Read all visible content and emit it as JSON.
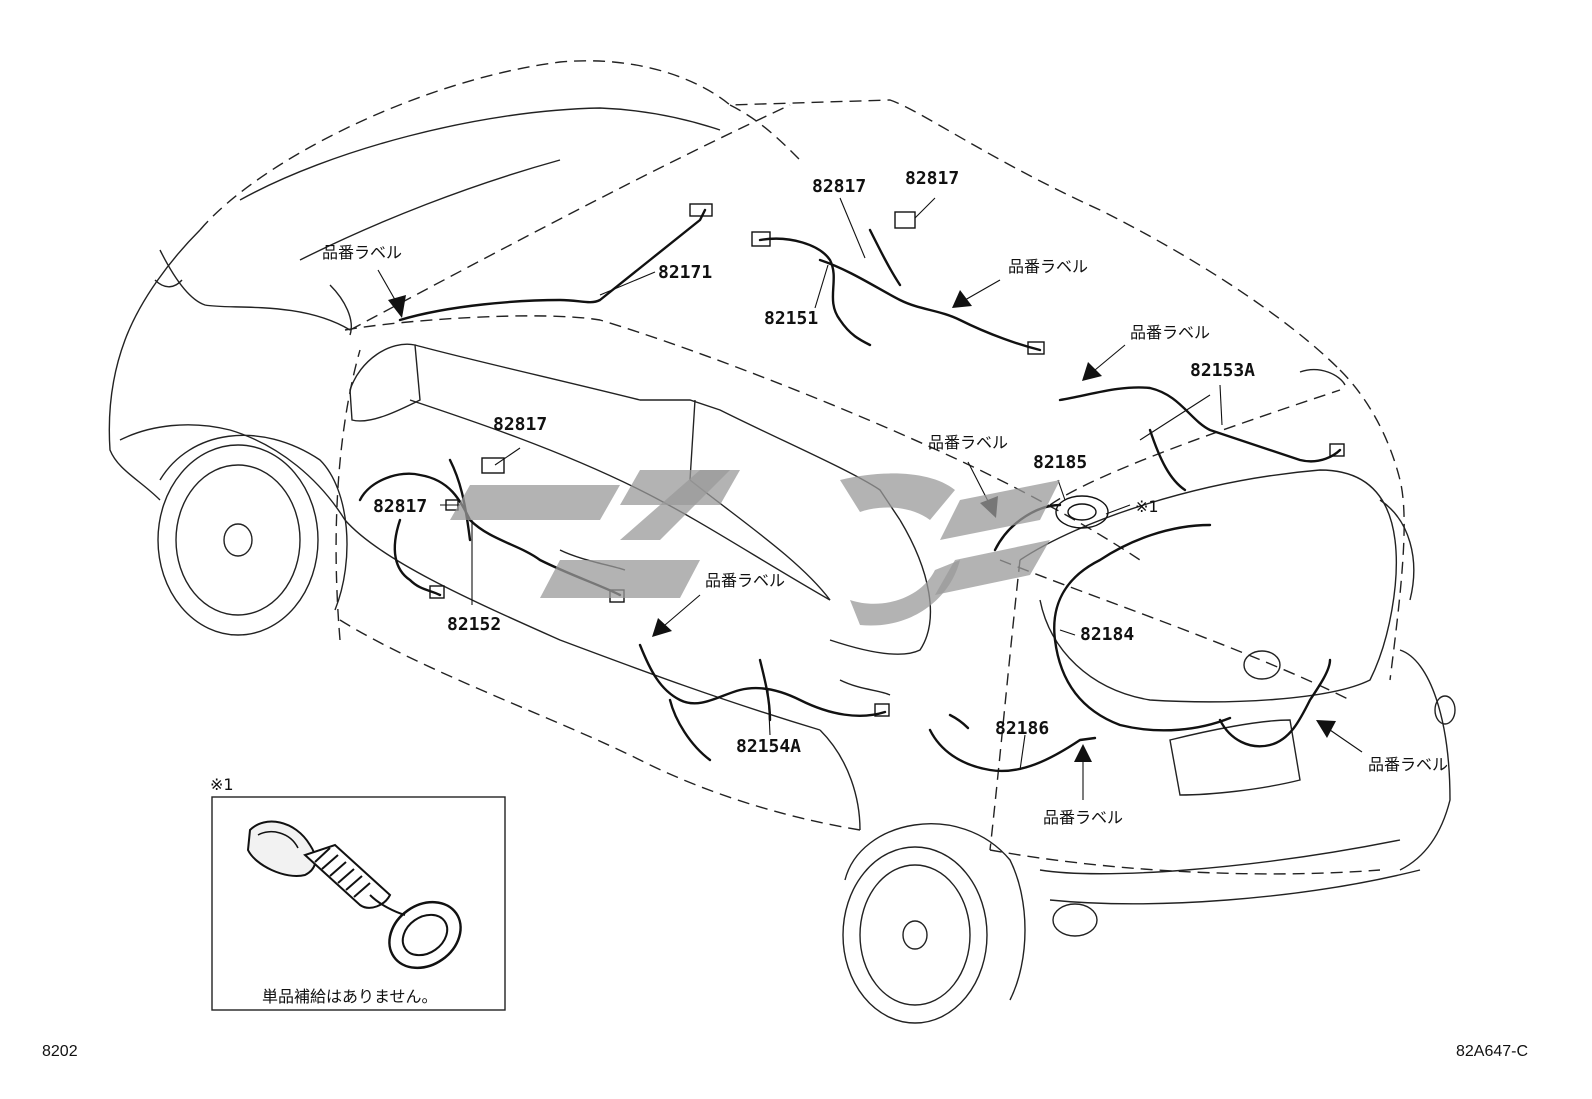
{
  "part_numbers": {
    "p82171": "82171",
    "p82817_top_left": "82817",
    "p82817_top_right": "82817",
    "p82151": "82151",
    "p82153A": "82153A",
    "p82817_mid": "82817",
    "p82817_left": "82817",
    "p82152": "82152",
    "p82185": "82185",
    "p82184": "82184",
    "p82154A": "82154A",
    "p82186": "82186"
  },
  "labels": {
    "part_number_label": "品番ラベル",
    "note_mark": "※1",
    "inset_mark": "※1",
    "inset_caption": "単品補給はありません。"
  },
  "footer": {
    "left_code": "8202",
    "right_code": "82A647-C"
  },
  "watermark_color": "#9a9a9a"
}
